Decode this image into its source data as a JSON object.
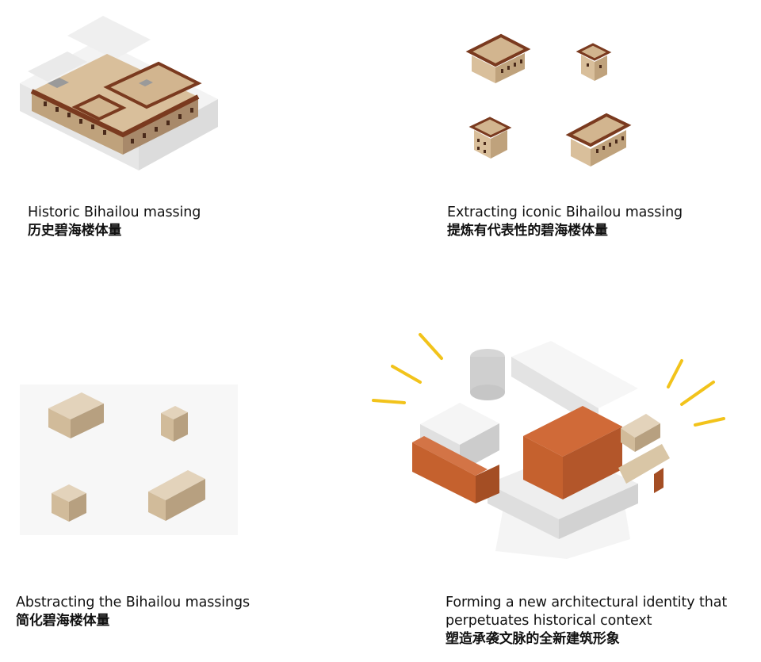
{
  "panels": [
    {
      "id": "historic",
      "caption_en": "Historic Bihailou massing",
      "caption_zh": "历史碧海楼体量"
    },
    {
      "id": "extracting",
      "caption_en": "Extracting iconic Bihailou massing",
      "caption_zh": "提炼有代表性的碧海楼体量"
    },
    {
      "id": "abstracting",
      "caption_en": "Abstracting the Bihailou massings",
      "caption_zh": "简化碧海楼体量"
    },
    {
      "id": "forming",
      "caption_en_line1": "Forming a new architectural identity that",
      "caption_en_line2": "perpetuates historical context",
      "caption_zh": "塑造承袭文脉的全新建筑形象"
    }
  ],
  "colors": {
    "roof_brown": "#7a3a1f",
    "wall_tan": "#d9bf9b",
    "wall_tan_dark": "#bfa27c",
    "block_beige": "#d1bb9a",
    "block_beige_dark": "#b7a080",
    "block_beige_light": "#e3d3bb",
    "terracotta": "#c5612e",
    "terracotta_dark": "#a44e24",
    "ghost_white": "#ebebeb",
    "accent_yellow": "#f2c31b"
  }
}
